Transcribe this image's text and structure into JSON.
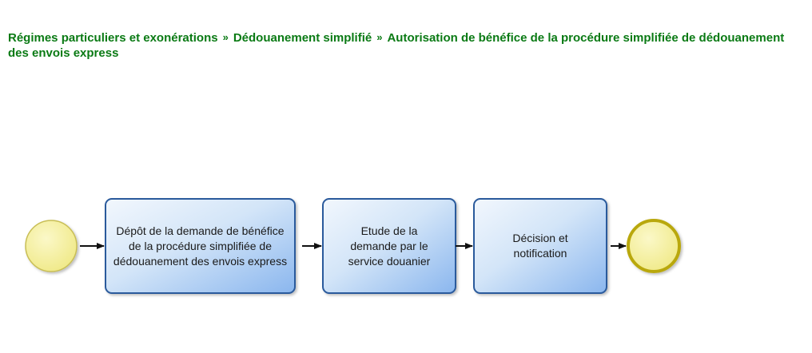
{
  "breadcrumb": {
    "items": [
      "Régimes particuliers et exonérations",
      "Dédouanement simplifié"
    ],
    "current": "Autorisation de bénéfice de la procédure simplifiée de dédouanement des envois express",
    "separator": "»"
  },
  "diagram": {
    "tasks": [
      "Dépôt de la demande de bénéfice de la procédure simplifiée de dédouanement des envois express",
      "Etude de la demande par le service douanier",
      "Décision et notification"
    ]
  },
  "colors": {
    "breadcrumb_green": "#0a7a14",
    "start_event_fill": "#f3ee9a",
    "end_event_stroke": "#b9a80c",
    "task_border": "#2a5a9c",
    "task_gradient_light": "#f0f6fd",
    "task_gradient_dark": "#8fb9ee"
  }
}
